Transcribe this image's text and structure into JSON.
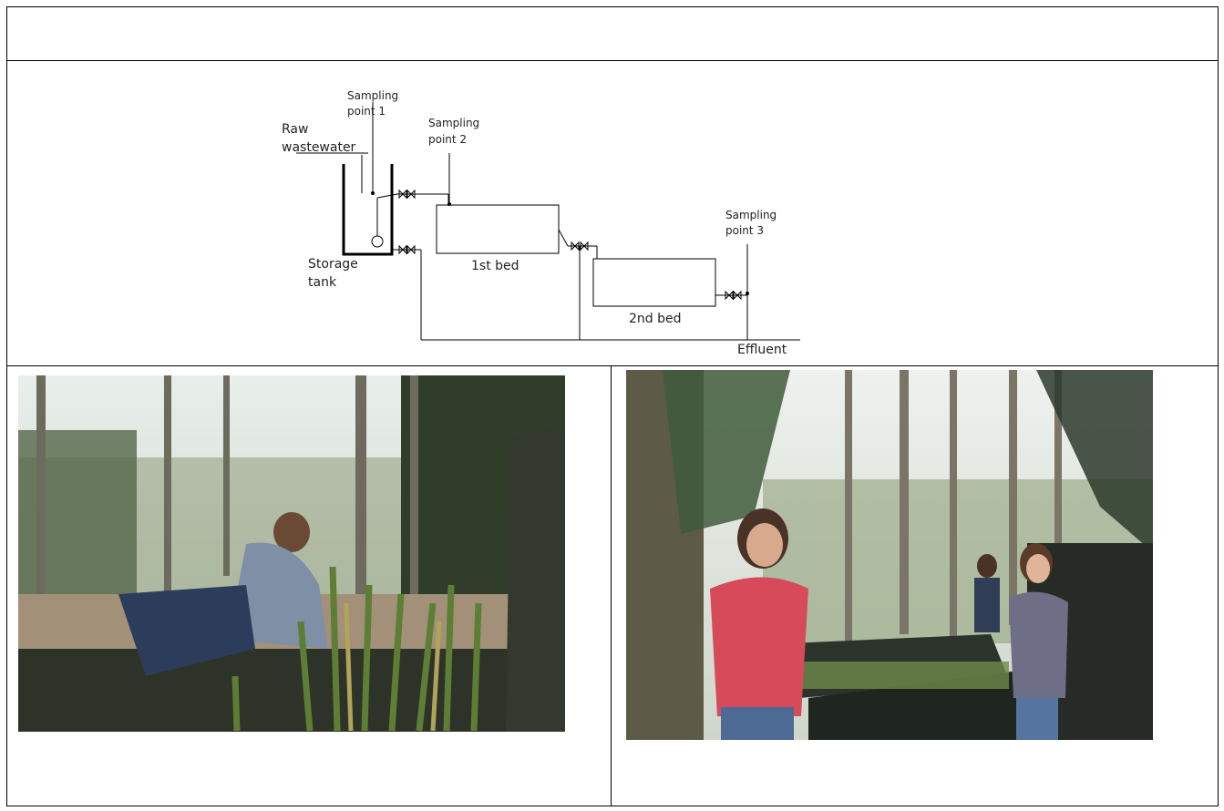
{
  "diagram": {
    "labels": {
      "raw_wastewater_1": "Raw",
      "raw_wastewater_2": "wastewater",
      "sampling_point_1_a": "Sampling",
      "sampling_point_1_b": "point 1",
      "sampling_point_2_a": "Sampling",
      "sampling_point_2_b": "point 2",
      "sampling_point_3_a": "Sampling",
      "sampling_point_3_b": "point 3",
      "storage_tank_1": "Storage",
      "storage_tank_2": "tank",
      "first_bed": "1st bed",
      "second_bed": "2nd bed",
      "effluent": "Effluent"
    }
  },
  "colors": {
    "line": "#000000",
    "photo_sky": "#dfe6e3",
    "photo_trees": "#3c4a34",
    "photo_tank": "#2b2f2a",
    "photo_plants": "#6b8b3c",
    "shirt_red": "#d64a5a"
  }
}
